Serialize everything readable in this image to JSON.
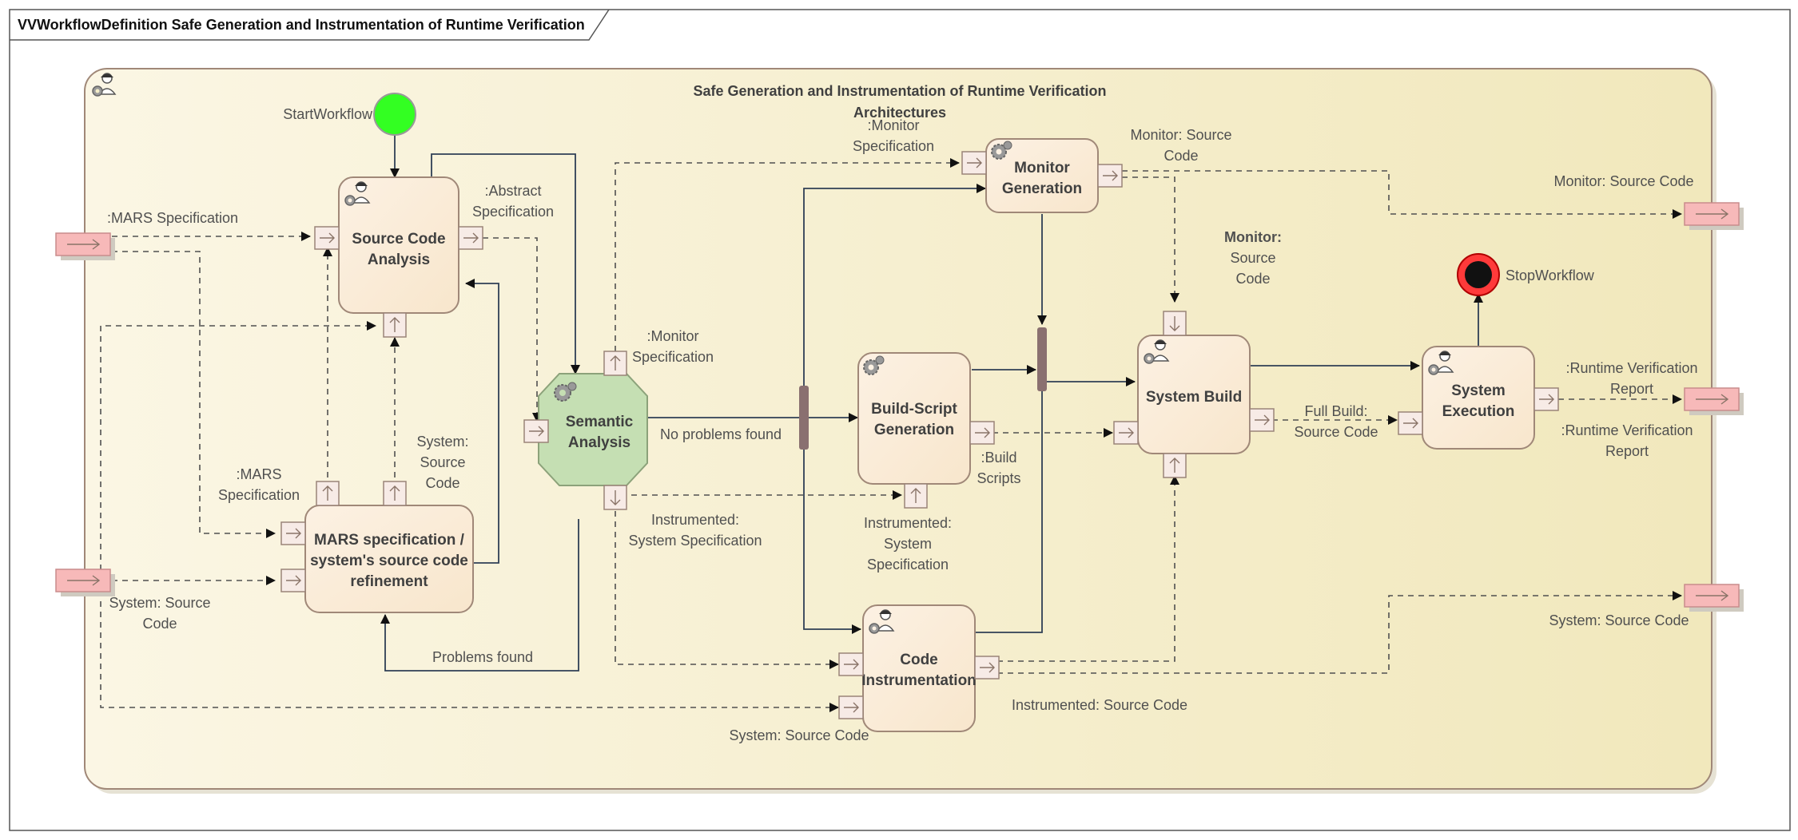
{
  "frame": {
    "title": "VVWorkflowDefinition Safe Generation and Instrumentation of Runtime Verification"
  },
  "group": {
    "title_line1": "Safe Generation and Instrumentation of Runtime Verification",
    "title_line2": "Architectures"
  },
  "nodes": {
    "start": "StartWorkflow",
    "stop": "StopWorkflow",
    "source_code_analysis": [
      "Source Code",
      "Analysis"
    ],
    "mars_refinement": [
      "MARS specification /",
      "system's source code",
      "refinement"
    ],
    "semantic_analysis": [
      "Semantic",
      "Analysis"
    ],
    "monitor_generation": [
      "Monitor",
      "Generation"
    ],
    "build_script_generation": [
      "Build-Script",
      "Generation"
    ],
    "code_instrumentation": [
      "Code",
      "Instrumentation"
    ],
    "system_build": "System Build",
    "system_execution": [
      "System",
      "Execution"
    ]
  },
  "labels": {
    "mars_spec_param": ":MARS Specification",
    "abstract_spec": [
      ":Abstract",
      "Specification"
    ],
    "system_source_code_param": [
      "System: Source",
      "Code"
    ],
    "mars_spec_pin": [
      ":MARS",
      "Specification"
    ],
    "system_source_pin": [
      "System:",
      "Source",
      "Code"
    ],
    "monitor_spec_semantic": [
      ":Monitor",
      "Specification"
    ],
    "monitor_spec_top": [
      ":Monitor",
      "Specification"
    ],
    "monitor_source_code_out": [
      "Monitor: Source",
      "Code"
    ],
    "monitor_source_code_param": "Monitor: Source Code",
    "monitor_source_overlap": [
      "Monitor:",
      "Source",
      "Code"
    ],
    "no_problems": "No problems found",
    "problems": "Problems found",
    "instrumented_spec_left": [
      "Instrumented:",
      "System Specification"
    ],
    "instrumented_spec_overlap": [
      "Instrumented:",
      "System",
      "Specification"
    ],
    "build_scripts": [
      ":Build",
      "Scripts"
    ],
    "full_build": [
      "Full Build:",
      "Source Code"
    ],
    "runtime_report_top": [
      ":Runtime Verification",
      "Report"
    ],
    "runtime_report_bottom": [
      ":Runtime Verification",
      "Report"
    ],
    "instrumented_source_code": "Instrumented: Source Code",
    "system_source_code_right": "System: Source Code",
    "system_source_code_bottom": "System: Source Code"
  },
  "colors": {
    "start": "#22ee22",
    "stop_ring": "#dd1111",
    "semantic": "#c5dfb3",
    "activity": "#fbecd6",
    "group_bg": "#f4edc8",
    "param": "#f7b9b9"
  },
  "icons": [
    "actor-gear-icon",
    "gear-icon",
    "pin-arrow-icon"
  ]
}
